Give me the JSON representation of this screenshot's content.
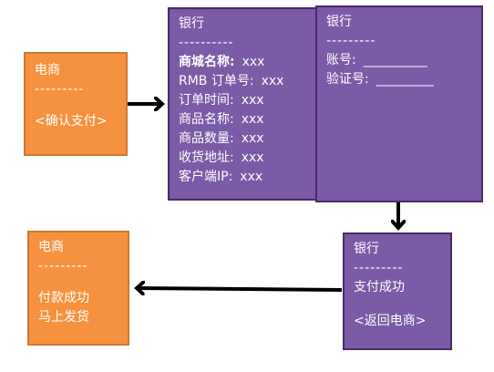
{
  "boxes": {
    "ecommerce_top": {
      "title": "电商",
      "divider": "---------",
      "action": "<确认支付>"
    },
    "bank_order": {
      "title": "银行",
      "divider": "----------",
      "fields": [
        {
          "label": "商城名称:",
          "value": "xxx"
        },
        {
          "label": "RMB 订单号:",
          "value": "xxx"
        },
        {
          "label": "订单时间:",
          "value": "xxx"
        },
        {
          "label": "商品名称:",
          "value": "xxx"
        },
        {
          "label": "商品数量:",
          "value": "xxx"
        },
        {
          "label": "收货地址:",
          "value": "xxx"
        },
        {
          "label": "客户端IP:",
          "value": "xxx"
        }
      ]
    },
    "bank_login": {
      "title": "银行",
      "divider": "---------",
      "fields": [
        {
          "label": "账号:",
          "value": "__________"
        },
        {
          "label": "验证号:",
          "value": "_________"
        }
      ]
    },
    "bank_success": {
      "title": "银行",
      "divider": "---------",
      "status": "支付成功",
      "action": "<返回电商>"
    },
    "ecommerce_bottom": {
      "title": "电商",
      "divider": "---------",
      "line1": "付款成功",
      "line2": "马上发货"
    }
  },
  "colors": {
    "ecommerce": "#f6923f",
    "bank": "#7b5aa6",
    "arrow": "#000000"
  }
}
